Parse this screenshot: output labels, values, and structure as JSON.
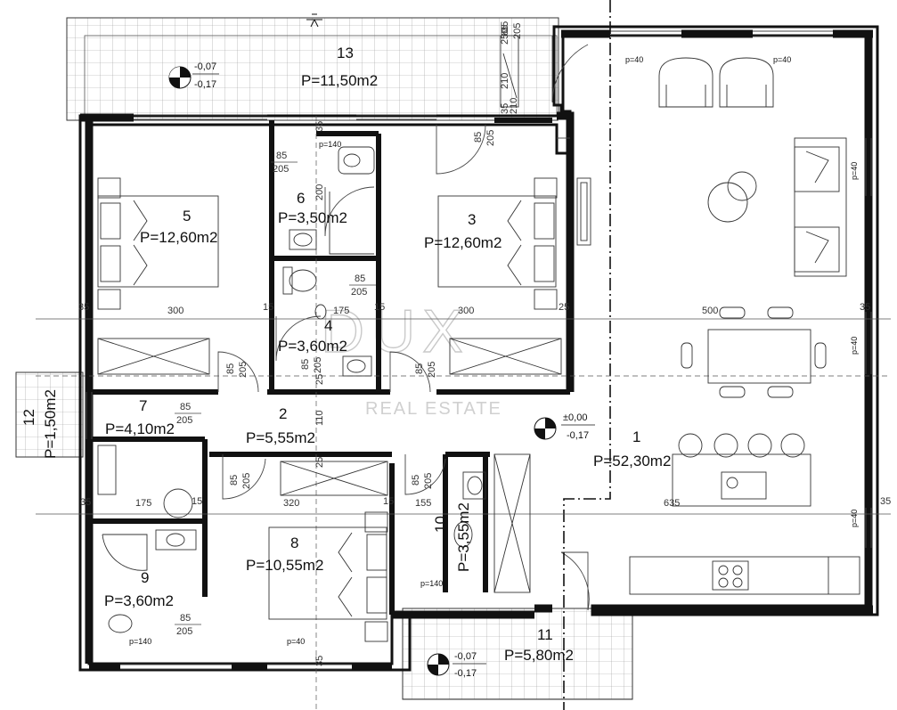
{
  "watermark": {
    "logo": "DUX",
    "tagline": "REAL ESTATE"
  },
  "rooms": [
    {
      "id": "r1",
      "number": "1",
      "area": "P=52,30m2"
    },
    {
      "id": "r2",
      "number": "2",
      "area": "P=5,55m2"
    },
    {
      "id": "r3",
      "number": "3",
      "area": "P=12,60m2"
    },
    {
      "id": "r4",
      "number": "4",
      "area": "P=3,60m2"
    },
    {
      "id": "r5",
      "number": "5",
      "area": "P=12,60m2"
    },
    {
      "id": "r6",
      "number": "6",
      "area": "P=3,50m2"
    },
    {
      "id": "r7",
      "number": "7",
      "area": "P=4,10m2"
    },
    {
      "id": "r8",
      "number": "8",
      "area": "P=10,55m2"
    },
    {
      "id": "r9",
      "number": "9",
      "area": "P=3,60m2"
    },
    {
      "id": "r10",
      "number": "10",
      "area": "P=3,55m2"
    },
    {
      "id": "r11",
      "number": "11",
      "area": "P=5,80m2"
    },
    {
      "id": "r12",
      "number": "12",
      "area": "P=1,50m2"
    },
    {
      "id": "r13",
      "number": "13",
      "area": "P=11,50m2"
    }
  ],
  "levels": {
    "terrace_top": [
      "-0,07",
      "-0,17"
    ],
    "terrace_bottom": [
      "-0,07",
      "-0,17"
    ],
    "interior": [
      "±0,00",
      "-0,17"
    ]
  },
  "dimensions": {
    "d35a": "35",
    "d300a": "300",
    "d15a": "15",
    "d175a": "175",
    "d15b": "15",
    "d300b": "300",
    "d25a": "25",
    "d500": "500",
    "d35b": "35",
    "d35c": "35",
    "d175b": "175",
    "d15c": "15",
    "d320": "320",
    "d15d": "15",
    "d155": "155",
    "d635": "635",
    "d35d": "35",
    "d200": "200",
    "d250": "250",
    "d210": "210",
    "d210b": "210",
    "d110": "110",
    "d35e": "35",
    "d35f": "35",
    "d25b": "25",
    "d25c": "25",
    "d35g": "35",
    "d35h": "35"
  },
  "openings": {
    "o85_205_a": [
      "85",
      "205"
    ],
    "o85_205_b": [
      "85",
      "205"
    ],
    "o85_205_c": [
      "85",
      "205"
    ],
    "o85_205_d": [
      "85",
      "205"
    ],
    "o85_205_e": [
      "85",
      "205"
    ],
    "o85_205_f": [
      "85",
      "205"
    ],
    "o85_205_g": [
      "85",
      "205"
    ],
    "o85_205_h": [
      "85",
      "205"
    ],
    "o85_205_i": [
      "85",
      "205"
    ],
    "o85_205_j": [
      "85",
      "205"
    ],
    "o85_205_k": [
      "85",
      "205"
    ]
  },
  "windows": {
    "w1": "p=40",
    "w2": "p=40",
    "w3": "p=40",
    "w4": "p=40",
    "w5": "p=40",
    "w6": "p=140",
    "w7": "p=140",
    "w8": "p=140",
    "w9": "p=40"
  }
}
